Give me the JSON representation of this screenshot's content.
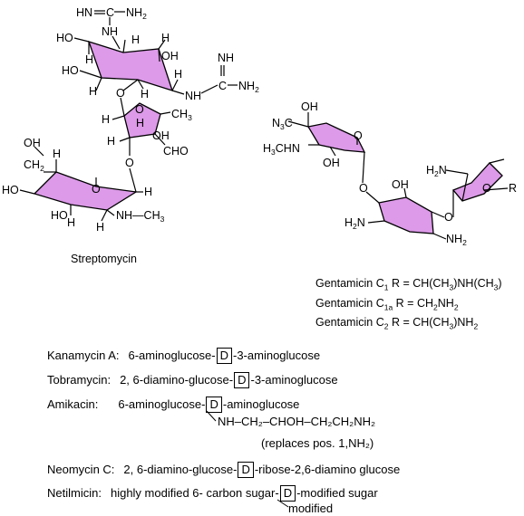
{
  "streptomycin": {
    "caption": "Streptomycin",
    "labels": {
      "hn_eq": "HN",
      "c_top": "C",
      "nh2_top": "NH",
      "nh_top": "NH",
      "ho_1": "HO",
      "h_1": "H",
      "h_2": "H",
      "oh_1": "OH",
      "ho_2": "HO",
      "h_3": "H",
      "h_4": "H",
      "h_5": "H",
      "nh_g2": "NH",
      "c_g2": "C",
      "nh2_g2": "NH",
      "nh_eq2": "NH",
      "o_link1": "O",
      "h_r1": "H",
      "o_ring2": "O",
      "ch3_r2": "CH",
      "h_r2": "H",
      "h_r3": "H",
      "oh_r2": "OH",
      "cho": "CHO",
      "o_link2": "O",
      "oh_ch2": "OH",
      "ch2": "CH",
      "h_a": "H",
      "ho_a": "HO",
      "o_ring3": "O",
      "h_b": "H",
      "ho_b": "HO",
      "h_c": "H",
      "h_d": "H",
      "nhch3": "NH—CH"
    }
  },
  "gentamicin": {
    "labels": {
      "n3c": "N",
      "oh_g": "OH",
      "o_g1": "O",
      "h3chn": "H",
      "oh_g2": "OH",
      "o_link": "O",
      "oh_g3": "OH",
      "h2n_g": "H",
      "nh2_g": "NH",
      "o_link2": "O",
      "h2n_g2": "H",
      "o_g3": "O",
      "r_g": "R"
    },
    "variants": [
      {
        "name": "Gentamicin C",
        "sub": "1",
        "formula_pre": " R = CH(CH",
        "f_sub1": "3",
        "formula_mid": ")NH(CH",
        "f_sub2": "3",
        "formula_post": ")"
      },
      {
        "name": "Gentamicin C",
        "sub": "1a",
        "formula_pre": " R = CH",
        "f_sub1": "2",
        "formula_mid": "NH",
        "f_sub2": "2",
        "formula_post": ""
      },
      {
        "name": "Gentamicin C",
        "sub": "2",
        "formula_pre": " R = CH(CH",
        "f_sub1": "3",
        "formula_mid": ")NH",
        "f_sub2": "2",
        "formula_post": ""
      }
    ]
  },
  "aminoglycosides": [
    {
      "name": "Kanamycin A:",
      "pre": "6-aminoglucose-",
      "box": "D",
      "post": "-3-aminoglucose"
    },
    {
      "name": "Tobramycin:",
      "pre": "2, 6-diamino-glucose-",
      "box": "D",
      "post": "-3-aminoglucose"
    },
    {
      "name": "Amikacin:",
      "pre": "6-aminoglucose-",
      "box": "D",
      "post": "-aminoglucose",
      "chain": "NH–CH₂–CHOH–CH₂CH₂NH₂",
      "note": "(replaces pos. 1,NH₂)"
    },
    {
      "name": "Neomycin C:",
      "pre": "2, 6-diamino-glucose-",
      "box": "D",
      "post": "-ribose-2,6-diamino glucose"
    },
    {
      "name": "Netilmicin:",
      "pre": "highly modified 6- carbon sugar-",
      "box": "D",
      "post": "-modified sugar",
      "note": "modified"
    }
  ],
  "colors": {
    "ring_fill": "#dc9ae8",
    "line": "#000000"
  }
}
